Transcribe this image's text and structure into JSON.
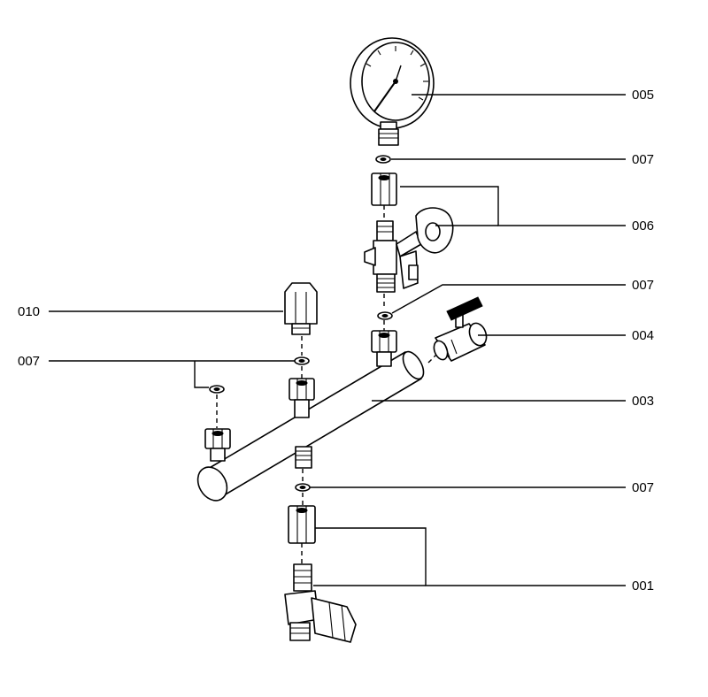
{
  "callouts": [
    {
      "id": "005",
      "part": "pressure-gauge"
    },
    {
      "id": "007",
      "part": "sealing-ring-gauge"
    },
    {
      "id": "006",
      "part": "valve-assembly"
    },
    {
      "id": "007",
      "part": "sealing-ring-valve"
    },
    {
      "id": "004",
      "part": "ball-valve"
    },
    {
      "id": "003",
      "part": "manifold-pipe"
    },
    {
      "id": "007",
      "part": "sealing-ring-bottom"
    },
    {
      "id": "001",
      "part": "drain-assembly"
    },
    {
      "id": "010",
      "part": "end-cap"
    },
    {
      "id": "007",
      "part": "sealing-rings-left"
    }
  ]
}
